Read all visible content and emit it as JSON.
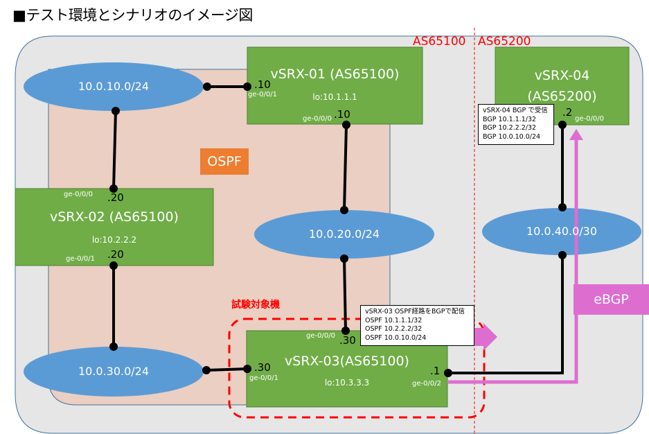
{
  "title": "■テスト環境とシナリオのイメージ図",
  "colors": {
    "outer_area": "#e6e6e6",
    "ospf_area": "#eacfc2",
    "router": "#70ad47",
    "network": "#5b9bd5",
    "ospf_tag": "#ed7d31",
    "ebgp": "#dd6ed0",
    "as_boundary": "#ff0000",
    "link": "#000000"
  },
  "as_labels": {
    "left": "AS65100",
    "right": "AS65200"
  },
  "ospf_label": "OSPF",
  "ebgp_label": "eBGP",
  "target_label": "試験対象機",
  "routers": {
    "vsrx01": {
      "name": "vSRX-01 (AS65100)",
      "lo": "lo:10.1.1.1",
      "ports": [
        {
          "port": "ge-0/0/1",
          "ip": ".10"
        },
        {
          "port": "ge-0/0/0",
          "ip": ".10"
        }
      ]
    },
    "vsrx02": {
      "name": "vSRX-02 (AS65100)",
      "lo": "lo:10.2.2.2",
      "ports": [
        {
          "port": "ge-0/0/0",
          "ip": ".20"
        },
        {
          "port": "ge-0/0/1",
          "ip": ".20"
        }
      ]
    },
    "vsrx03": {
      "name": "vSRX-03(AS65100)",
      "lo": "lo:10.3.3.3",
      "ports": [
        {
          "port": "ge-0/0/0",
          "ip": ".30"
        },
        {
          "port": "ge-0/0/1",
          "ip": ".30"
        },
        {
          "port": "ge-0/0/2",
          "ip": ".1"
        }
      ]
    },
    "vsrx04": {
      "name_line1": "vSRX-04",
      "name_line2": "(AS65200)",
      "ports": [
        {
          "port": "ge-0/0/0",
          "ip": ".2"
        }
      ]
    }
  },
  "networks": {
    "net10": "10.0.10.0/24",
    "net20": "10.0.20.0/24",
    "net30": "10.0.30.0/24",
    "net40": "10.0.40.0/30"
  },
  "callouts": {
    "vsrx03": {
      "lines": [
        "vSRX-03  OSPF経路をBGPで配信",
        "OSPF 10.1.1.1/32",
        "OSPF 10.2.2.2/32",
        "OSPF 10.0.10.0/24"
      ]
    },
    "vsrx04": {
      "lines": [
        "vSRX-04  BGP で受信",
        "BGP 10.1.1.1/32",
        "BGP 10.2.2.2/32",
        "BGP 10.0.10.0/24"
      ]
    }
  }
}
